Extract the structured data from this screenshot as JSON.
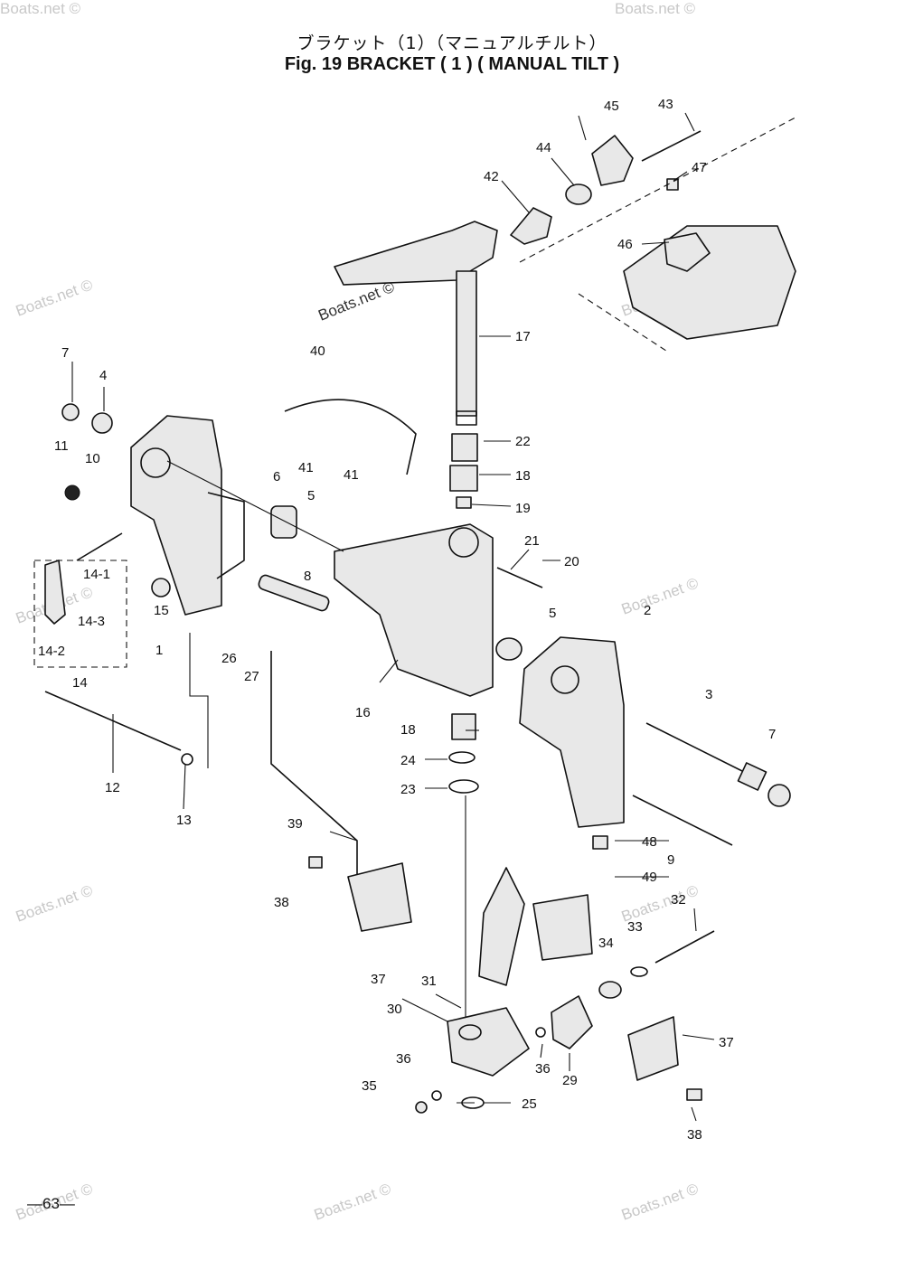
{
  "title_jp": "ブラケット（1）（マニュアルチルト）",
  "title_en": "Fig. 19   BRACKET ( 1 ) ( MANUAL TILT )",
  "page_number": "—63—",
  "watermark_text": "Boats.net ©",
  "callouts": {
    "c43": "43",
    "c45": "45",
    "c44": "44",
    "c42": "42",
    "c47": "47",
    "c46": "46",
    "c17": "17",
    "c40": "40",
    "c7a": "7",
    "c4": "4",
    "c11": "11",
    "c10": "10",
    "c41a": "41",
    "c41b": "41",
    "c6": "6",
    "c5a": "5",
    "c22": "22",
    "c18a": "18",
    "c19": "19",
    "c21": "21",
    "c20": "20",
    "c14_1": "14-1",
    "c14_3": "14-3",
    "c14_2": "14-2",
    "c15": "15",
    "c8": "8",
    "c1": "1",
    "c26": "26",
    "c27": "27",
    "c14": "14",
    "c5b": "5",
    "c2": "2",
    "c16": "16",
    "c3": "3",
    "c7b": "7",
    "c18b": "18",
    "c24": "24",
    "c23": "23",
    "c12": "12",
    "c13": "13",
    "c9": "9",
    "c39": "39",
    "c48": "48",
    "c49": "49",
    "c38a": "38",
    "c32": "32",
    "c33": "33",
    "c34": "34",
    "c37a": "37",
    "c31": "31",
    "c30": "30",
    "c36a": "36",
    "c36b": "36",
    "c29": "29",
    "c37b": "37",
    "c35": "35",
    "c25": "25",
    "c38b": "38"
  }
}
